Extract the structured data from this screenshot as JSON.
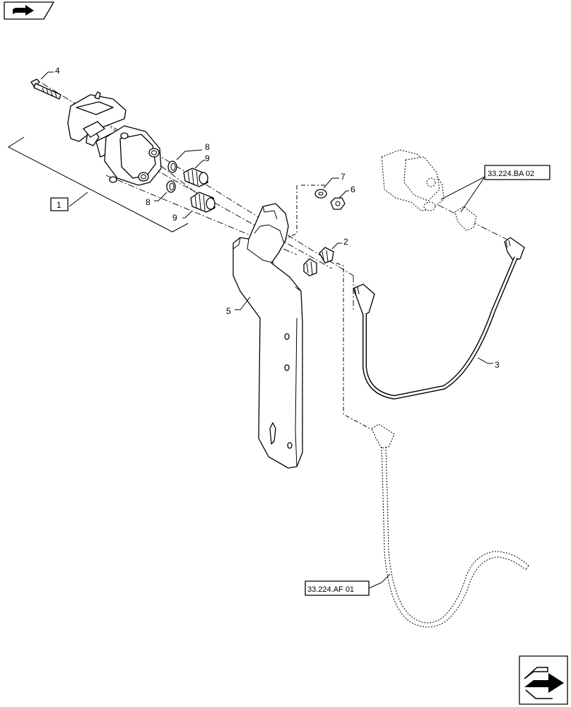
{
  "header_icon": {
    "name": "navigation-arrow-icon"
  },
  "footer_icon": {
    "name": "next-page-arrow-icon"
  },
  "labels": {
    "l1": "1",
    "l2": "2",
    "l3": "3",
    "l4": "4",
    "l5": "5",
    "l6": "6",
    "l7": "7",
    "l8a": "8",
    "l8b": "8",
    "l9a": "9",
    "l9b": "9"
  },
  "references": {
    "ref_ba": "33.224.BA 02",
    "ref_af": "33.224.AF 01"
  }
}
